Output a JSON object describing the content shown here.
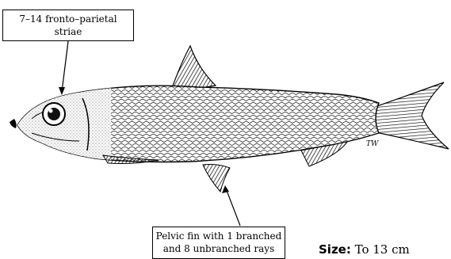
{
  "labels": {
    "head_callout_line1": "7–14 fronto–parietal",
    "head_callout_line2": "striae",
    "fin_callout_line1": "Pelvic fin with 1 branched",
    "fin_callout_line2": "and 8 unbranched rays",
    "size_label": "Size:",
    "size_value": " To 13 cm"
  },
  "illustration": {
    "subject": "fish-drawing",
    "signature": "TW"
  }
}
